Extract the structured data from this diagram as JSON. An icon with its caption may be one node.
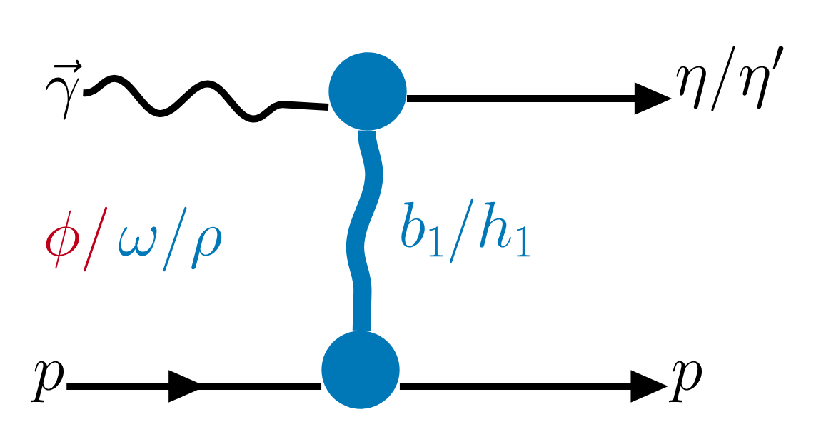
{
  "diagram": {
    "nodes": [
      {
        "text": [
          "\\vec{\\gamma}"
        ]
      },
      {
        "text": [],
        "shape": "circle"
      },
      {
        "text": [
          "\\eta/\\eta'"
        ]
      },
      {
        "text": [
          "p"
        ]
      },
      {
        "text": [],
        "shape": "circle"
      },
      {
        "text": [
          "p"
        ]
      }
    ],
    "edges": [
      {
        "from": 0,
        "to": 1,
        "arrow": "none"
      },
      {
        "from": 1,
        "to": 2,
        "arrow": "to"
      },
      {
        "from": 3,
        "to": 4,
        "arrow": "to"
      },
      {
        "from": 4,
        "to": 5,
        "arrow": "to"
      },
      {
        "from": 1,
        "to": 4,
        "arrow": "none",
        "style": "thick",
        "color": "#0077b6",
        "label": "b_1/h_1"
      }
    ],
    "labels": [
      "\\phi/",
      "\\omega/\\rho"
    ]
  }
}
